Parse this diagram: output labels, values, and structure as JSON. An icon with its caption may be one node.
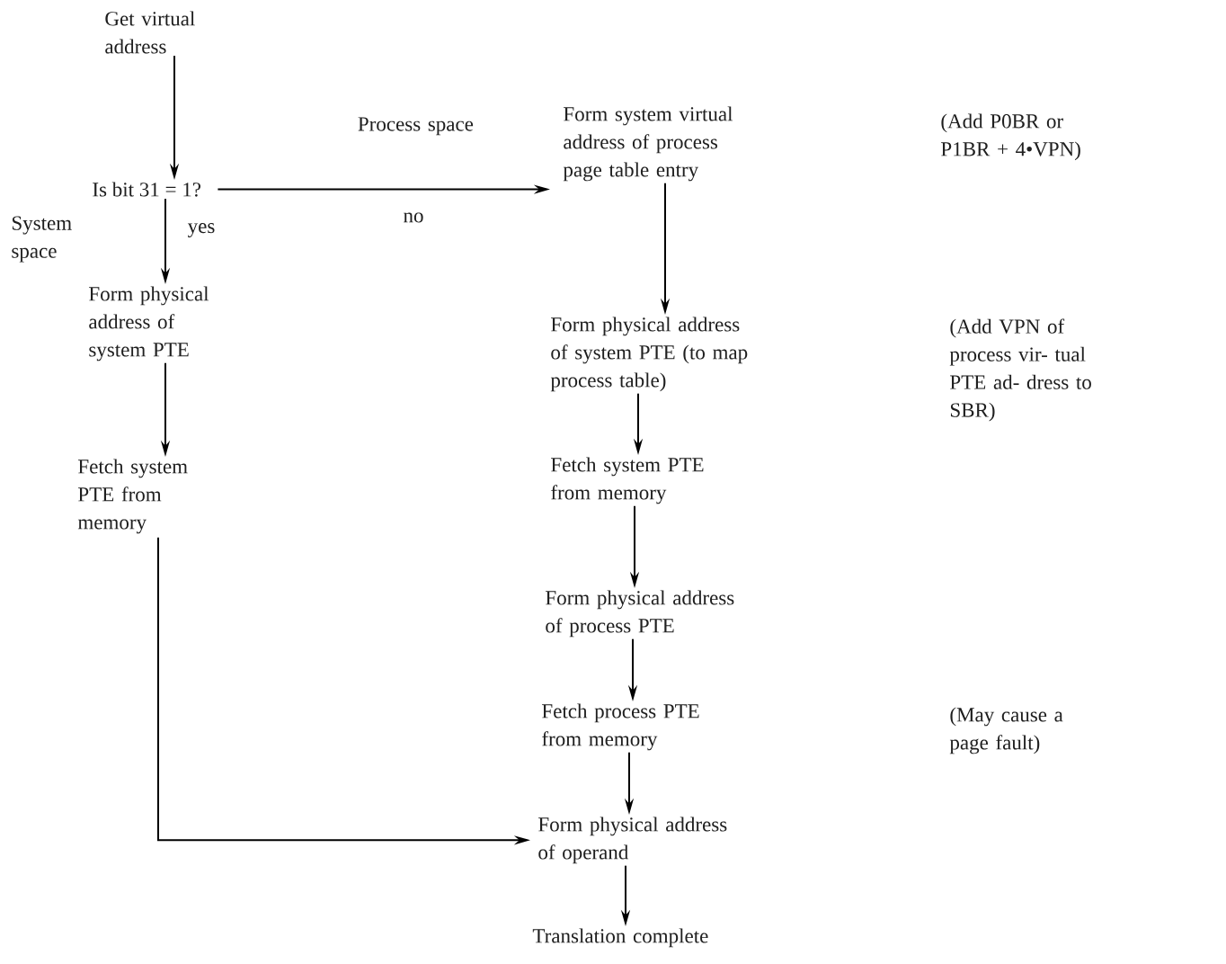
{
  "diagram": {
    "nodes": [
      {
        "text": [
          "Get virtual address"
        ]
      },
      {
        "text": [
          "Is bit 31 = 1?"
        ]
      },
      {
        "text": [
          "Form physical address of system PTE"
        ]
      },
      {
        "text": [
          "Fetch system PTE from memory"
        ]
      },
      {
        "text": [
          "Form system virtual address of process page table entry"
        ]
      },
      {
        "text": [
          "Form physical address of system PTE (to map process table)"
        ]
      },
      {
        "text": [
          "Fetch system PTE from memory"
        ]
      },
      {
        "text": [
          "Form physical address of process PTE"
        ]
      },
      {
        "text": [
          "Fetch process PTE from memory"
        ]
      },
      {
        "text": [
          "Form physical address of operand"
        ]
      },
      {
        "text": [
          "Translation complete"
        ]
      }
    ],
    "edges": [
      {
        "from": 0,
        "to": 1,
        "arrow": "to"
      },
      {
        "from": 1,
        "to": 2,
        "arrow": "to",
        "label": "yes"
      },
      {
        "from": 2,
        "to": 3,
        "arrow": "to"
      },
      {
        "from": 1,
        "to": 4,
        "arrow": "to",
        "label": "no"
      },
      {
        "from": 4,
        "to": 5,
        "arrow": "to"
      },
      {
        "from": 5,
        "to": 6,
        "arrow": "to"
      },
      {
        "from": 6,
        "to": 7,
        "arrow": "to"
      },
      {
        "from": 7,
        "to": 8,
        "arrow": "to"
      },
      {
        "from": 8,
        "to": 9,
        "arrow": "to"
      },
      {
        "from": 3,
        "to": 9,
        "arrow": "to"
      },
      {
        "from": 9,
        "to": 10,
        "arrow": "to"
      }
    ],
    "labels": [
      "Process space",
      "System space",
      "(Add P0BR or P1BR + 4•VPN)",
      "(Add VPN of process vir- tual PTE ad- dress to SBR)",
      "(May cause a page fault)"
    ]
  }
}
